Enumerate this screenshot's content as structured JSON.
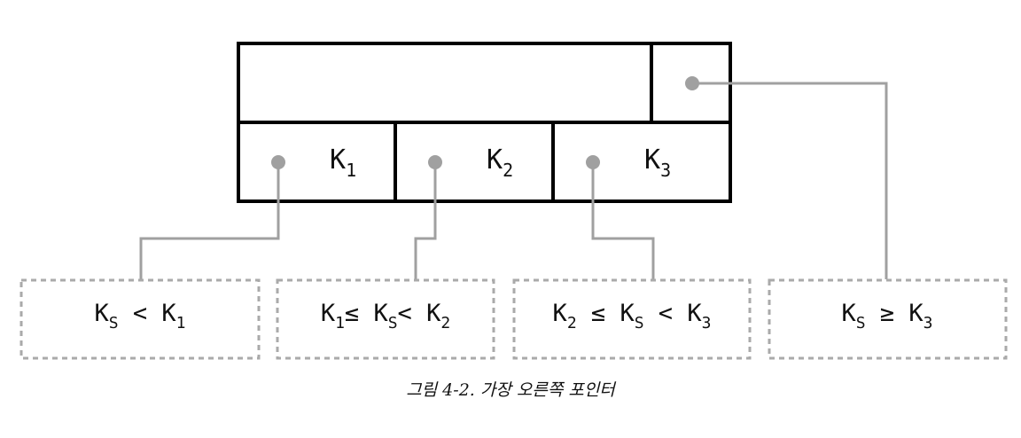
{
  "node": {
    "keys": [
      {
        "main": "K",
        "sub": "1"
      },
      {
        "main": "K",
        "sub": "2"
      },
      {
        "main": "K",
        "sub": "3"
      }
    ]
  },
  "ranges": [
    {
      "parts": [
        {
          "main": "K",
          "sub": "S"
        },
        {
          "main": " < ",
          "sub": ""
        },
        {
          "main": "K",
          "sub": "1"
        }
      ]
    },
    {
      "parts": [
        {
          "main": "K",
          "sub": "1"
        },
        {
          "main": "≤ ",
          "sub": ""
        },
        {
          "main": "K",
          "sub": "S"
        },
        {
          "main": "< ",
          "sub": ""
        },
        {
          "main": "K",
          "sub": "2"
        }
      ]
    },
    {
      "parts": [
        {
          "main": "K",
          "sub": "2"
        },
        {
          "main": " ≤ ",
          "sub": ""
        },
        {
          "main": "K",
          "sub": "S"
        },
        {
          "main": " < ",
          "sub": ""
        },
        {
          "main": "K",
          "sub": "3"
        }
      ]
    },
    {
      "parts": [
        {
          "main": "K",
          "sub": "S"
        },
        {
          "main": " ≥ ",
          "sub": ""
        },
        {
          "main": "K",
          "sub": "3"
        }
      ]
    }
  ],
  "caption": "그림 4-2. 가장 오른쪽 포인터",
  "colors": {
    "node_border": "#000000",
    "pointer": "#a0a0a0",
    "range_border": "#aaaaaa"
  }
}
